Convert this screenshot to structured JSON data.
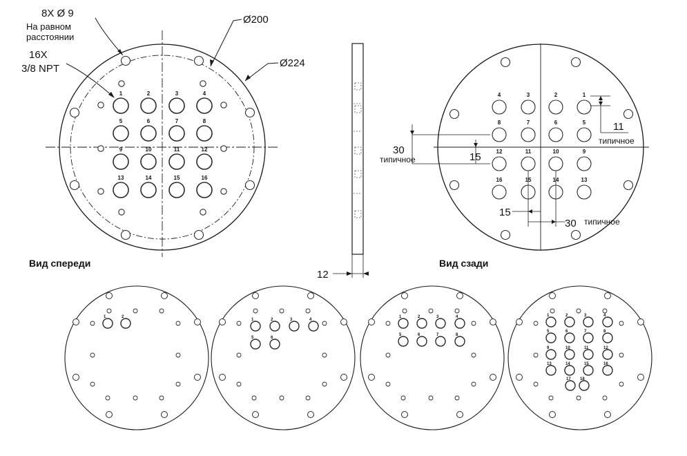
{
  "front_view": {
    "title": "Вид спереди",
    "callout_holes_count": "8X Ø 9",
    "callout_holes_note": [
      "На равном",
      "расстоянии"
    ],
    "callout_ports_count": "16X",
    "callout_ports_thread": "3/8 NPT",
    "dia_bolt_circle": "Ø200",
    "dia_outer": "Ø224",
    "port_labels": [
      "1",
      "2",
      "3",
      "4",
      "5",
      "6",
      "7",
      "8",
      "9",
      "10",
      "11",
      "12",
      "13",
      "14",
      "15",
      "16"
    ]
  },
  "side_view": {
    "thickness": "12"
  },
  "rear_view": {
    "title": "Вид сзади",
    "port_labels": [
      "4",
      "3",
      "2",
      "1",
      "8",
      "7",
      "6",
      "5",
      "12",
      "11",
      "10",
      "9",
      "16",
      "15",
      "14",
      "13"
    ],
    "dim_11": "11",
    "dim_11_note": "типичное",
    "dim_30_v": "30",
    "dim_30_v_note": "типичное",
    "dim_15_v": "15",
    "dim_15_h": "15",
    "dim_30_h": "30",
    "dim_30_h_note": "типичное"
  },
  "variants": [
    {
      "port_labels": [
        "1",
        "2"
      ]
    },
    {
      "port_labels": [
        "1",
        "2",
        "3",
        "4",
        "5",
        "6"
      ]
    },
    {
      "port_labels": [
        "1",
        "2",
        "3",
        "4",
        "5",
        "6",
        "7",
        "8"
      ]
    },
    {
      "port_labels": [
        "1",
        "2",
        "3",
        "4",
        "5",
        "6",
        "7",
        "8",
        "9",
        "10",
        "11",
        "12",
        "13",
        "14",
        "15",
        "16",
        "17",
        "18"
      ]
    }
  ],
  "colors": {
    "line": "#1a1a1a",
    "background": "#ffffff"
  }
}
